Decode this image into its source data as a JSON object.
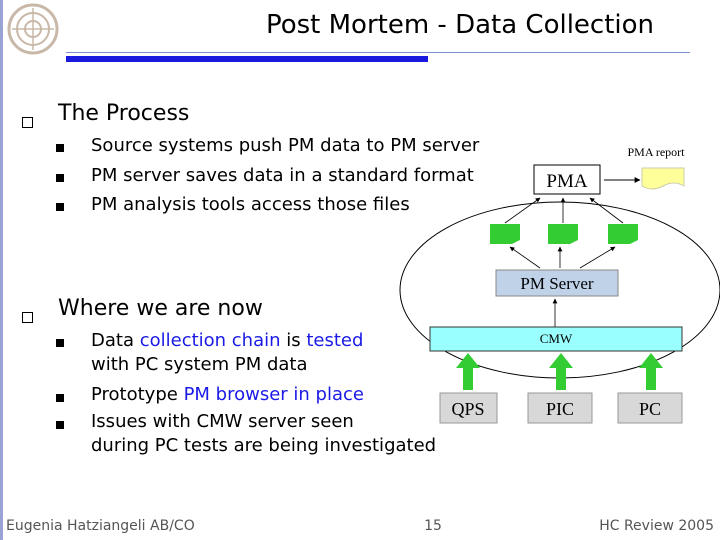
{
  "header": {
    "title": "Post Mortem - Data Collection"
  },
  "sections": [
    {
      "heading": "The Process",
      "items": [
        {
          "lines": [
            [
              "Source systems push PM data to PM server"
            ]
          ]
        },
        {
          "lines": [
            [
              "PM server saves data in a standard format"
            ]
          ]
        },
        {
          "lines": [
            [
              "PM analysis tools access those files"
            ]
          ]
        }
      ]
    },
    {
      "heading": "Where we are now",
      "items": [
        {
          "lines": [
            [
              "Data ",
              "collection chain",
              " is ",
              "tested"
            ],
            [
              "with PC system PM data"
            ]
          ]
        },
        {
          "lines": [
            [
              "Prototype ",
              "PM browser in place"
            ]
          ]
        },
        {
          "lines": [
            [
              "Issues with CMW server seen"
            ],
            [
              "during PC tests are being investigated"
            ]
          ]
        }
      ]
    }
  ],
  "diagram": {
    "pma_label": "PMA",
    "pma_report_label": "PMA report",
    "pm_server_label": "PM Server",
    "cmw_label": "CMW",
    "sources": [
      "QPS",
      "PIC",
      "PC"
    ]
  },
  "footer": {
    "author": "Eugenia Hatziangeli AB/CO",
    "page": "15",
    "conference": "HC Review 2005"
  },
  "colors": {
    "accent_blue": "#1a1adf",
    "highlight_text": "#1a1ae6",
    "green": "#33cc33",
    "cyan": "#99ffff",
    "server_box": "#bfd2e8",
    "source_box": "#d8d8d8"
  }
}
